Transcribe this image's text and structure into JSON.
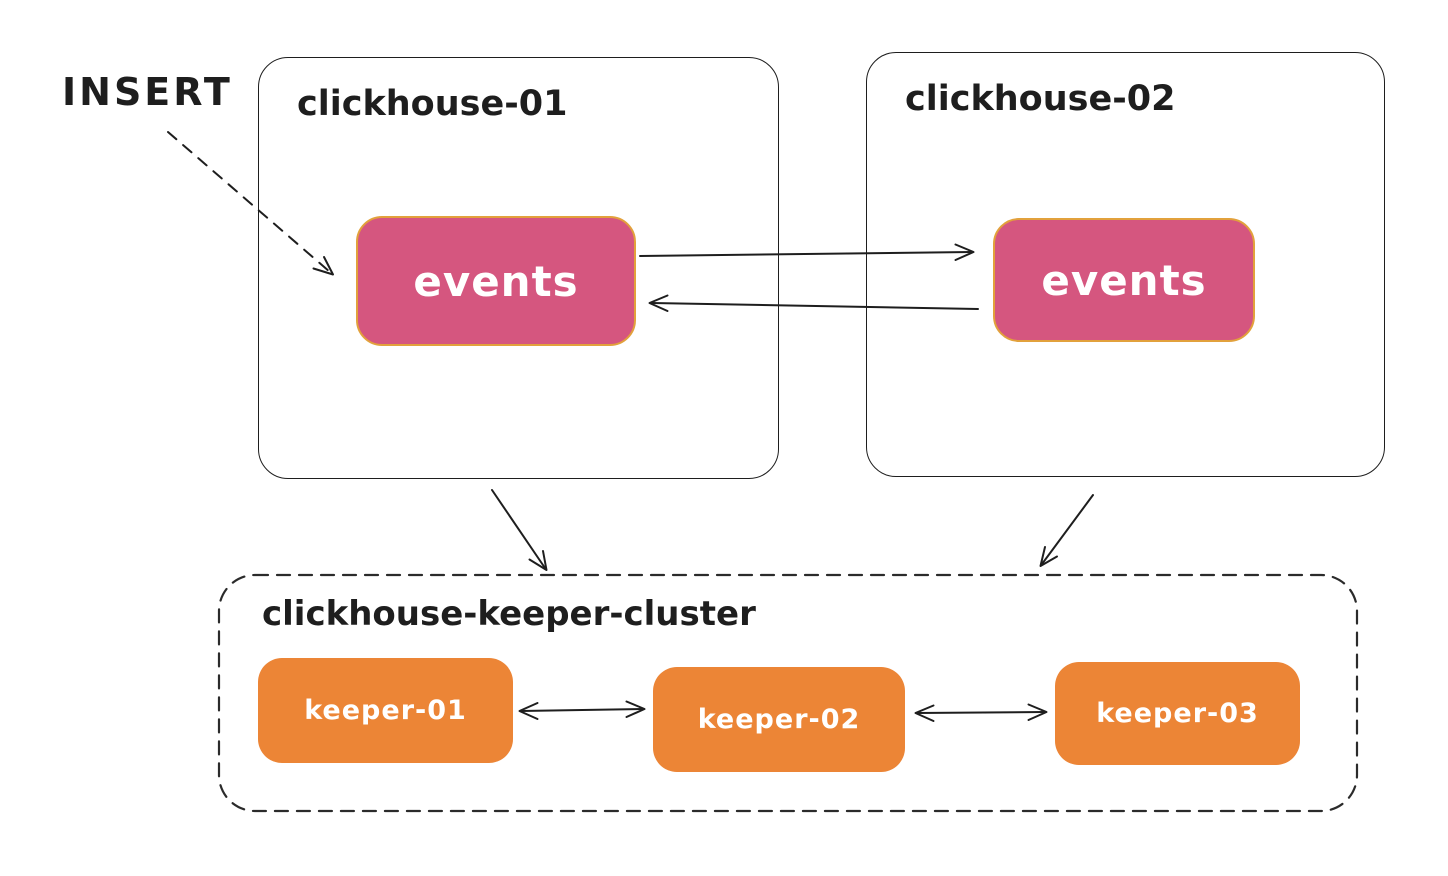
{
  "diagram": {
    "insert_label": "INSERT",
    "servers": [
      {
        "title": "clickhouse-01",
        "table": "events"
      },
      {
        "title": "clickhouse-02",
        "table": "events"
      }
    ],
    "keeper_cluster": {
      "title": "clickhouse-keeper-cluster",
      "nodes": [
        {
          "label": "keeper-01"
        },
        {
          "label": "keeper-02"
        },
        {
          "label": "keeper-03"
        }
      ]
    },
    "edges": [
      {
        "from": "INSERT",
        "to": "clickhouse-01.events",
        "style": "dashed",
        "arrows": "forward"
      },
      {
        "from": "clickhouse-01.events",
        "to": "clickhouse-02.events",
        "style": "solid",
        "arrows": "forward"
      },
      {
        "from": "clickhouse-02.events",
        "to": "clickhouse-01.events",
        "style": "solid",
        "arrows": "forward"
      },
      {
        "from": "clickhouse-01",
        "to": "clickhouse-keeper-cluster",
        "style": "solid",
        "arrows": "forward"
      },
      {
        "from": "clickhouse-02",
        "to": "clickhouse-keeper-cluster",
        "style": "solid",
        "arrows": "forward"
      },
      {
        "from": "keeper-01",
        "to": "keeper-02",
        "style": "solid",
        "arrows": "both"
      },
      {
        "from": "keeper-02",
        "to": "keeper-03",
        "style": "solid",
        "arrows": "both"
      }
    ],
    "colors": {
      "background": "#ffffff",
      "line": "#1e1e1e",
      "events_fill": "#d5567f",
      "events_stroke": "#e2a13c",
      "keeper_fill": "#ec8536",
      "node_text": "#ffffff"
    }
  }
}
